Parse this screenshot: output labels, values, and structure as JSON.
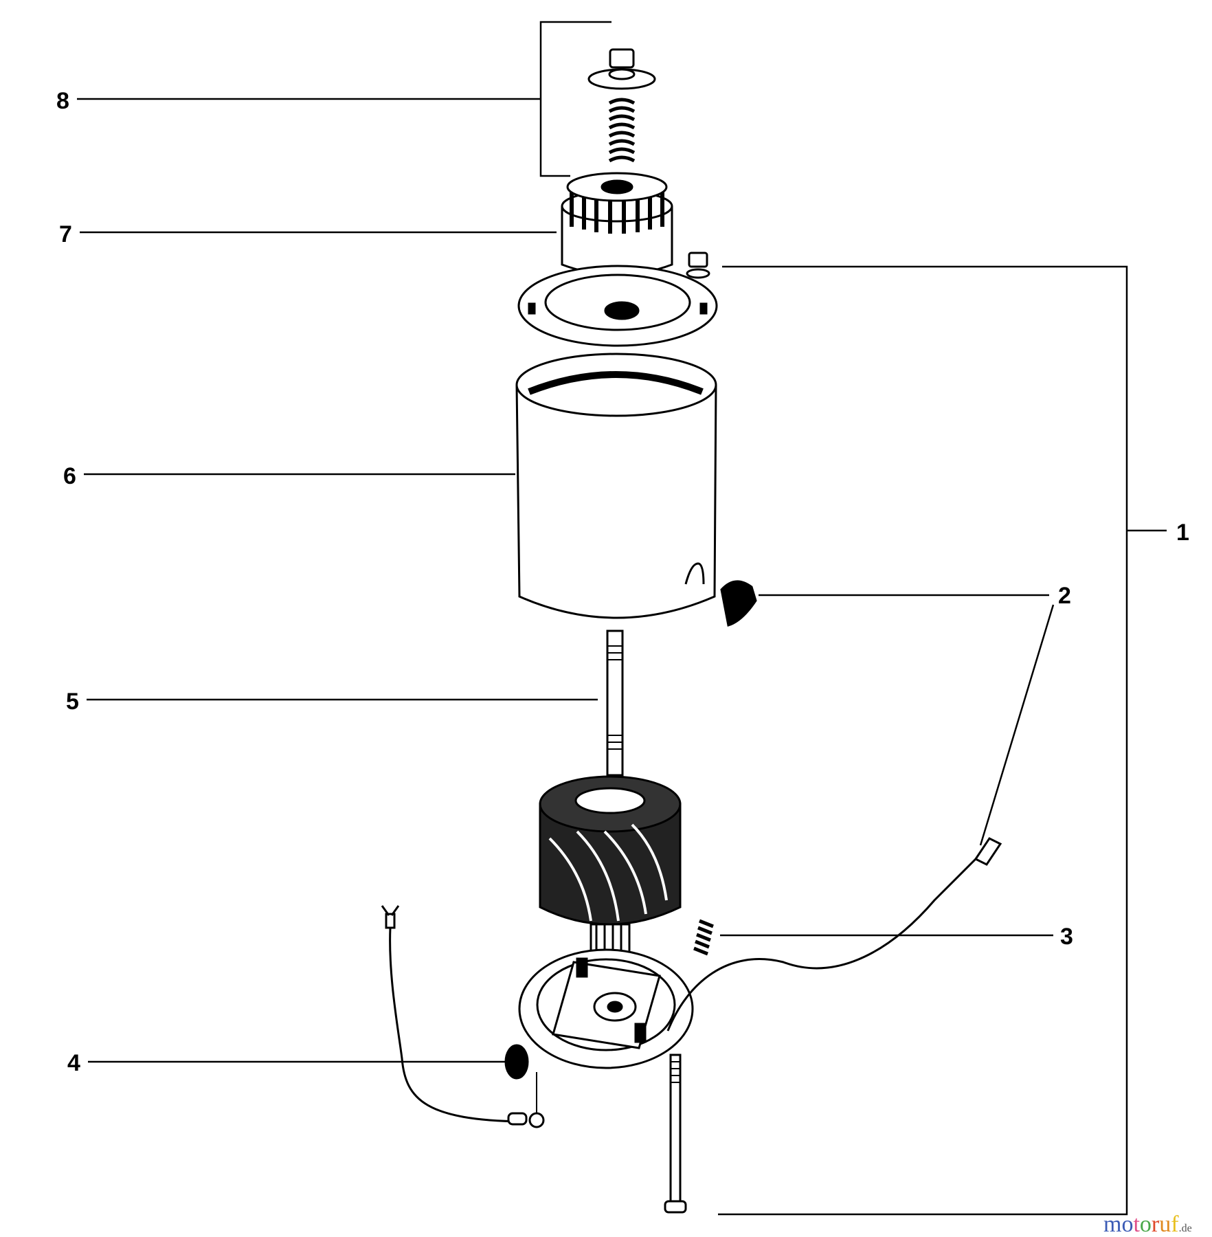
{
  "diagram": {
    "type": "exploded-parts-diagram",
    "callouts": [
      {
        "number": "1",
        "target": "complete-starter-assembly"
      },
      {
        "number": "2",
        "target": "brush"
      },
      {
        "number": "3",
        "target": "brush-spring"
      },
      {
        "number": "4",
        "target": "insulator-grommet"
      },
      {
        "number": "5",
        "target": "armature"
      },
      {
        "number": "6",
        "target": "housing"
      },
      {
        "number": "7",
        "target": "drive-pinion"
      },
      {
        "number": "8",
        "target": "drive-kit"
      }
    ]
  },
  "watermark": {
    "letters": [
      "m",
      "o",
      "t",
      "o",
      "r",
      "u",
      "f"
    ],
    "colors": [
      "#3b5bb5",
      "#3b5bb5",
      "#e0508a",
      "#4aa84a",
      "#e04a2a",
      "#e08a20",
      "#e8c020"
    ],
    "suffix": ".de"
  }
}
